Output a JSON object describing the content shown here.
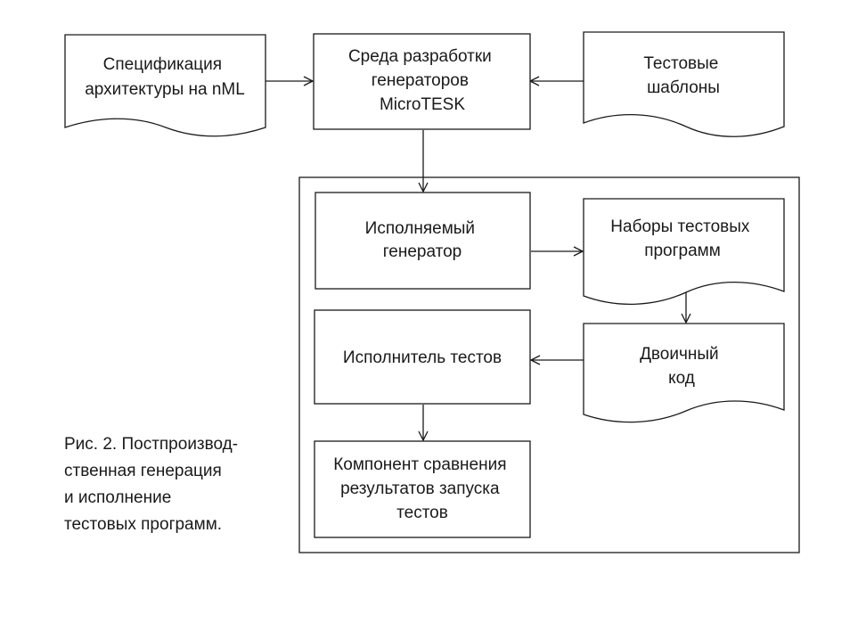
{
  "nodes": {
    "spec": {
      "lines": [
        "Спецификация",
        "архитектуры на nML"
      ]
    },
    "env": {
      "lines": [
        "Среда разработки",
        "генераторов",
        "MicroTESK"
      ]
    },
    "templates": {
      "lines": [
        "Тестовые",
        "шаблоны"
      ]
    },
    "executable": {
      "lines": [
        "Исполняемый",
        "генератор"
      ]
    },
    "test_sets": {
      "lines": [
        "Наборы тестовых",
        "программ"
      ]
    },
    "binary": {
      "lines": [
        "Двоичный",
        "код"
      ]
    },
    "executor": {
      "lines": [
        "Исполнитель тестов"
      ]
    },
    "comparator": {
      "lines": [
        "Компонент сравнения",
        "результатов запуска",
        "тестов"
      ]
    }
  },
  "edges": [
    {
      "from": "spec",
      "to": "env"
    },
    {
      "from": "templates",
      "to": "env"
    },
    {
      "from": "env",
      "to": "executable"
    },
    {
      "from": "executable",
      "to": "test_sets"
    },
    {
      "from": "test_sets",
      "to": "binary"
    },
    {
      "from": "binary",
      "to": "executor"
    },
    {
      "from": "executor",
      "to": "comparator"
    }
  ],
  "caption": {
    "lines": [
      "Рис. 2. Постпроизвод-",
      "ственная генерация",
      "и исполнение",
      "тестовых программ."
    ]
  }
}
